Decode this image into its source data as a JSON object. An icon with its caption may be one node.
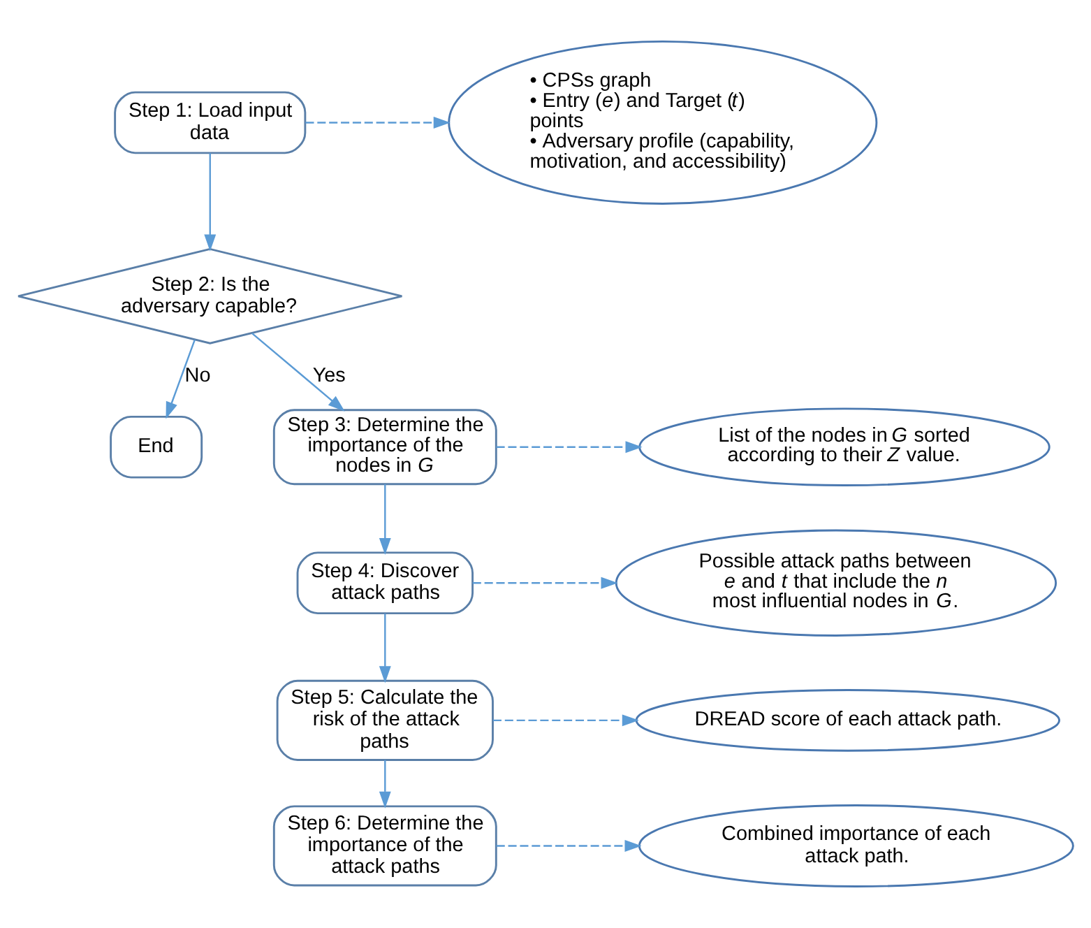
{
  "diagram": {
    "nodes": [
      {
        "text": [
          "Step 1: Load input data"
        ]
      },
      {
        "text": [
          "• CPSs graph",
          "• Entry (*e*) and Target (*t*) points",
          "• Adversary profile (capability, motivation, and accessibility)"
        ]
      },
      {
        "text": [
          "Step 2: Is the adversary capable?"
        ]
      },
      {
        "text": [
          "End"
        ]
      },
      {
        "text": [
          "Step 3: Determine the importance of the nodes in *G*"
        ]
      },
      {
        "text": [
          "List of the nodes in *G* sorted according to their *Z* value."
        ]
      },
      {
        "text": [
          "Step 4: Discover attack paths"
        ]
      },
      {
        "text": [
          "Possible attack paths between *e* and *t* that include the *n* most influential nodes in *G*."
        ]
      },
      {
        "text": [
          "Step 5: Calculate the risk of the attack paths"
        ]
      },
      {
        "text": [
          "DREAD score of each attack path."
        ]
      },
      {
        "text": [
          "Step 6: Determine the importance of the attack paths"
        ]
      },
      {
        "text": [
          "Combined importance of each attack path."
        ]
      }
    ],
    "edges": [
      {
        "from": 0,
        "to": 1,
        "arrow": "to",
        "style": "dashed"
      },
      {
        "from": 0,
        "to": 2,
        "arrow": "to"
      },
      {
        "from": 2,
        "to": 3,
        "arrow": "to",
        "label": "No"
      },
      {
        "from": 2,
        "to": 4,
        "arrow": "to",
        "label": "Yes"
      },
      {
        "from": 4,
        "to": 5,
        "arrow": "to",
        "style": "dashed"
      },
      {
        "from": 4,
        "to": 6,
        "arrow": "to"
      },
      {
        "from": 6,
        "to": 7,
        "arrow": "to",
        "style": "dashed"
      },
      {
        "from": 6,
        "to": 8,
        "arrow": "to"
      },
      {
        "from": 8,
        "to": 9,
        "arrow": "to",
        "style": "dashed"
      },
      {
        "from": 8,
        "to": 10,
        "arrow": "to"
      },
      {
        "from": 10,
        "to": 11,
        "arrow": "to",
        "style": "dashed"
      }
    ]
  }
}
